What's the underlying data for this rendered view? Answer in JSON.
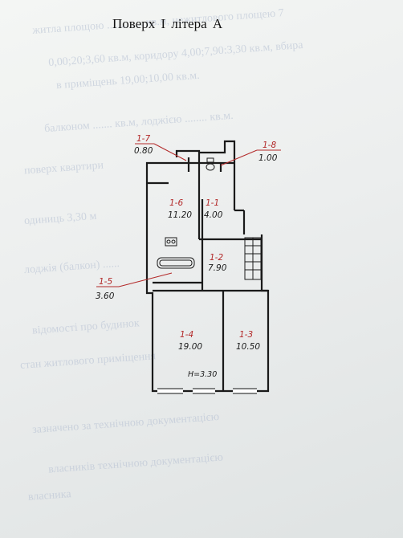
{
  "header": {
    "title": "Поверх I літера А"
  },
  "rooms": [
    {
      "id": "1-7",
      "area": "0.80"
    },
    {
      "id": "1-8",
      "area": "1.00"
    },
    {
      "id": "1-6",
      "area": "11.20"
    },
    {
      "id": "1-1",
      "area": "4.00"
    },
    {
      "id": "1-2",
      "area": "7.90"
    },
    {
      "id": "1-5",
      "area": "3.60"
    },
    {
      "id": "1-4",
      "area": "19.00"
    },
    {
      "id": "1-3",
      "area": "10.50"
    }
  ],
  "ceiling_height": "H=3.30",
  "bleed_lines": [
    "житла площою ............. кв.м, нежитлового площею 7",
    "0,00;20;3,60 кв.м, коридору 4,00;7,90:3,30 кв.м, вбира",
    "в приміщень 19,00;10,00 кв.м.",
    "балконом ....... кв.м, лоджією ........ кв.м.",
    "поверх квартири",
    "одиниць 3,30 м",
    "лоджія (балкон) ......",
    "відомості про будинок",
    "стан житлового приміщення",
    "зазначено за технічною документацією",
    "власників технічною документацією",
    "власника"
  ],
  "colors": {
    "room_code": "#b32a2a",
    "plan_line": "#1a1a1a",
    "bleed_text": "#b4bfd2"
  }
}
